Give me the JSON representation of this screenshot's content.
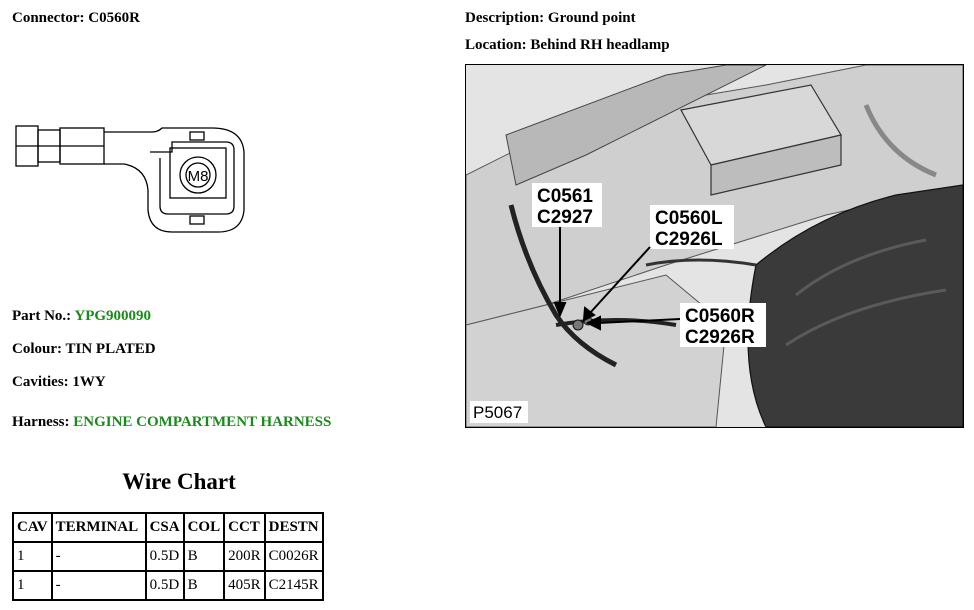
{
  "header": {
    "connector_label": "Connector:",
    "connector_value": "C0560R",
    "description_label": "Description:",
    "description_value": "Ground point",
    "location_label": "Location:",
    "location_value": "Behind RH headlamp"
  },
  "connector_face": {
    "stud_label": "M8"
  },
  "details": {
    "part_no_label": "Part No.:",
    "part_no_value": "YPG900090",
    "colour_label": "Colour:",
    "colour_value": "TIN PLATED",
    "cavities_label": "Cavities:",
    "cavities_value": "1WY",
    "harness_label": "Harness:",
    "harness_value": "ENGINE COMPARTMENT HARNESS",
    "accent_color": "#1a8a1a"
  },
  "photo": {
    "callouts": [
      "C0561",
      "C2927",
      "C0560L",
      "C2926L",
      "C0560R",
      "C2926R"
    ],
    "photo_id": "P5067"
  },
  "wire_chart": {
    "title": "Wire Chart",
    "headers": [
      "CAV",
      "TERMINAL",
      "CSA",
      "COL",
      "CCT",
      "DESTN"
    ],
    "rows": [
      [
        "1",
        "-",
        "0.5D",
        "B",
        "200R",
        "C0026R"
      ],
      [
        "1",
        "-",
        "0.5D",
        "B",
        "405R",
        "C2145R"
      ]
    ]
  }
}
